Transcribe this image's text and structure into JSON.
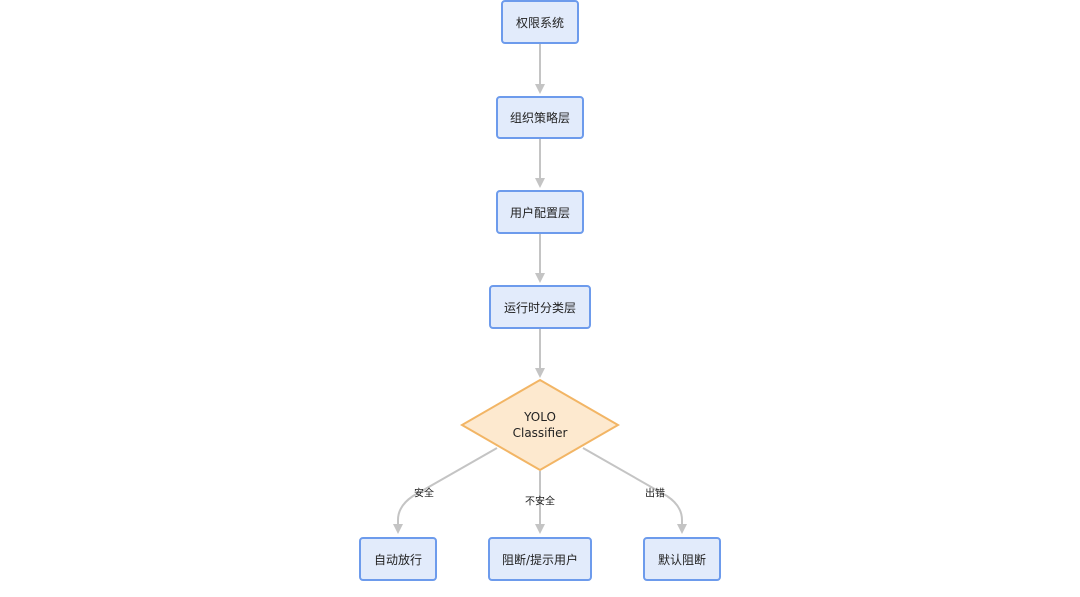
{
  "nodes": {
    "permission_system": "权限系统",
    "org_policy_layer": "组织策略层",
    "user_config_layer": "用户配置层",
    "runtime_classify_layer": "运行时分类层",
    "classifier_line1": "YOLO",
    "classifier_line2": "Classifier",
    "auto_allow": "自动放行",
    "block_prompt": "阻断/提示用户",
    "default_block": "默认阻断"
  },
  "edges": {
    "safe": "安全",
    "unsafe": "不安全",
    "error": "出错"
  },
  "colors": {
    "node_fill": "#e2ebfb",
    "node_border": "#6d9bec",
    "decision_fill": "#fde9cf",
    "decision_border": "#f2b565",
    "edge": "#c4c4c4"
  }
}
